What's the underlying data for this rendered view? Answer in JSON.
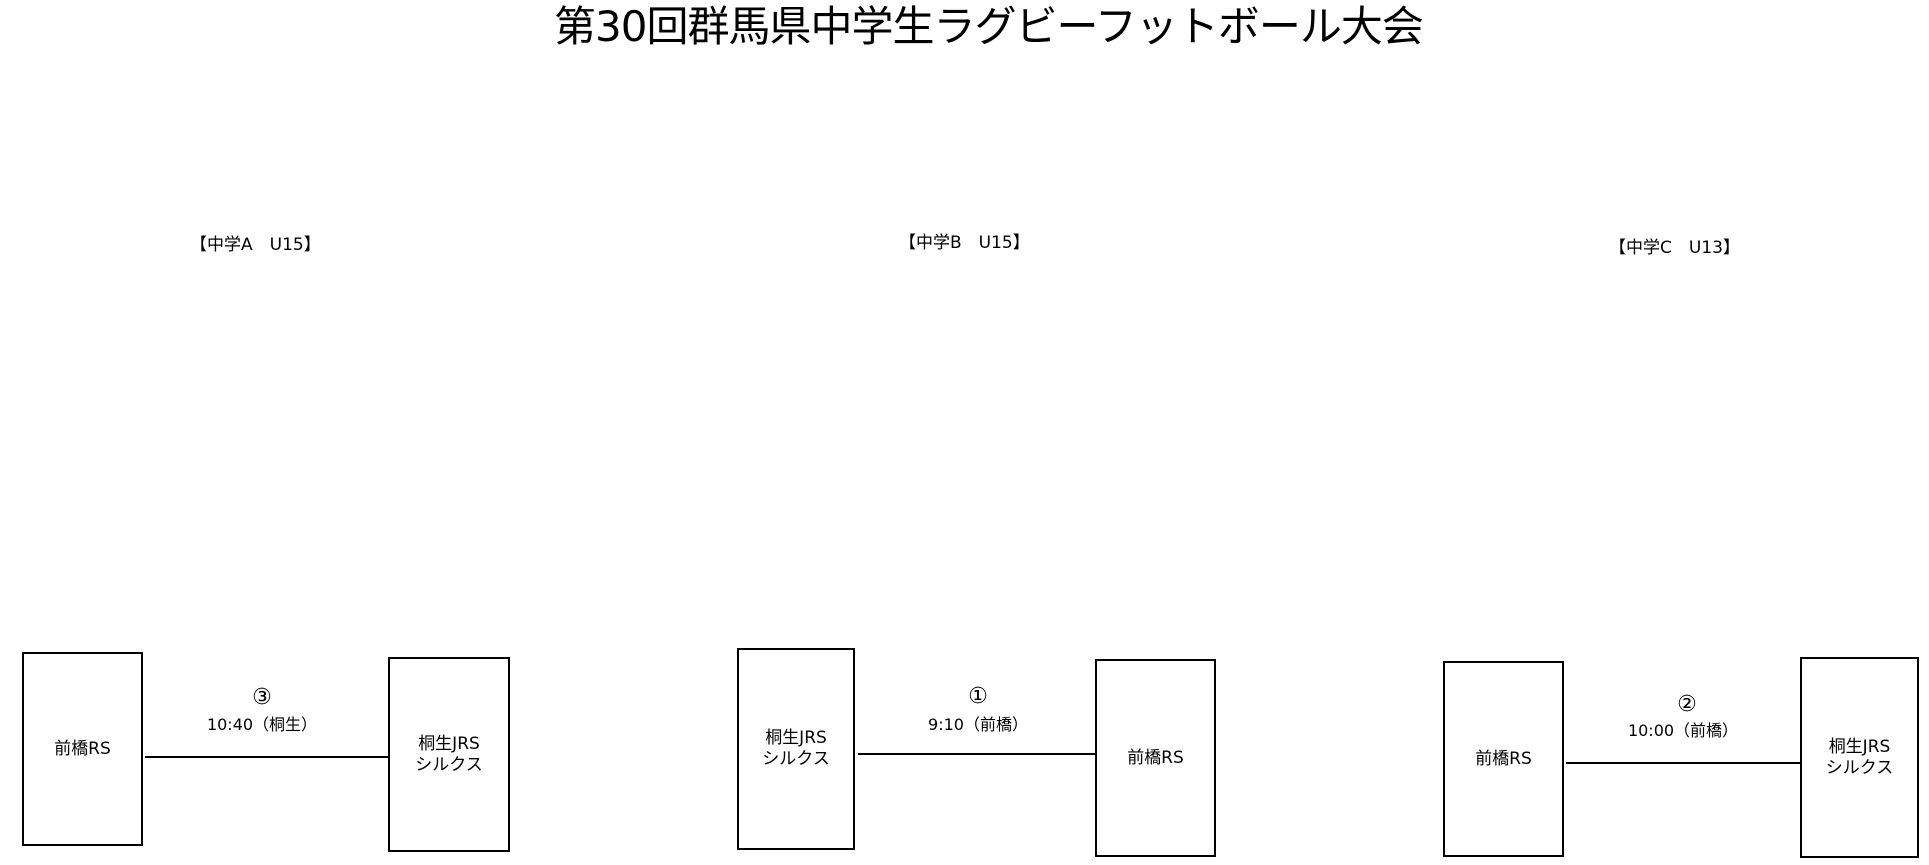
{
  "title": "第30回群馬県中学生ラグビーフットボール大会",
  "groups": [
    {
      "label": "【中学A　U15】",
      "match_no": "③",
      "time": "10:40（桐生）",
      "left_team": "前橋RS",
      "right_team": "桐生JRS\nシルクス"
    },
    {
      "label": "【中学B　U15】",
      "match_no": "①",
      "time": "9:10（前橋）",
      "left_team": "桐生JRS\nシルクス",
      "right_team": "前橋RS"
    },
    {
      "label": "【中学C　U13】",
      "match_no": "②",
      "time": "10:00（前橋）",
      "left_team": "前橋RS",
      "right_team": "桐生JRS\nシルクス"
    }
  ]
}
